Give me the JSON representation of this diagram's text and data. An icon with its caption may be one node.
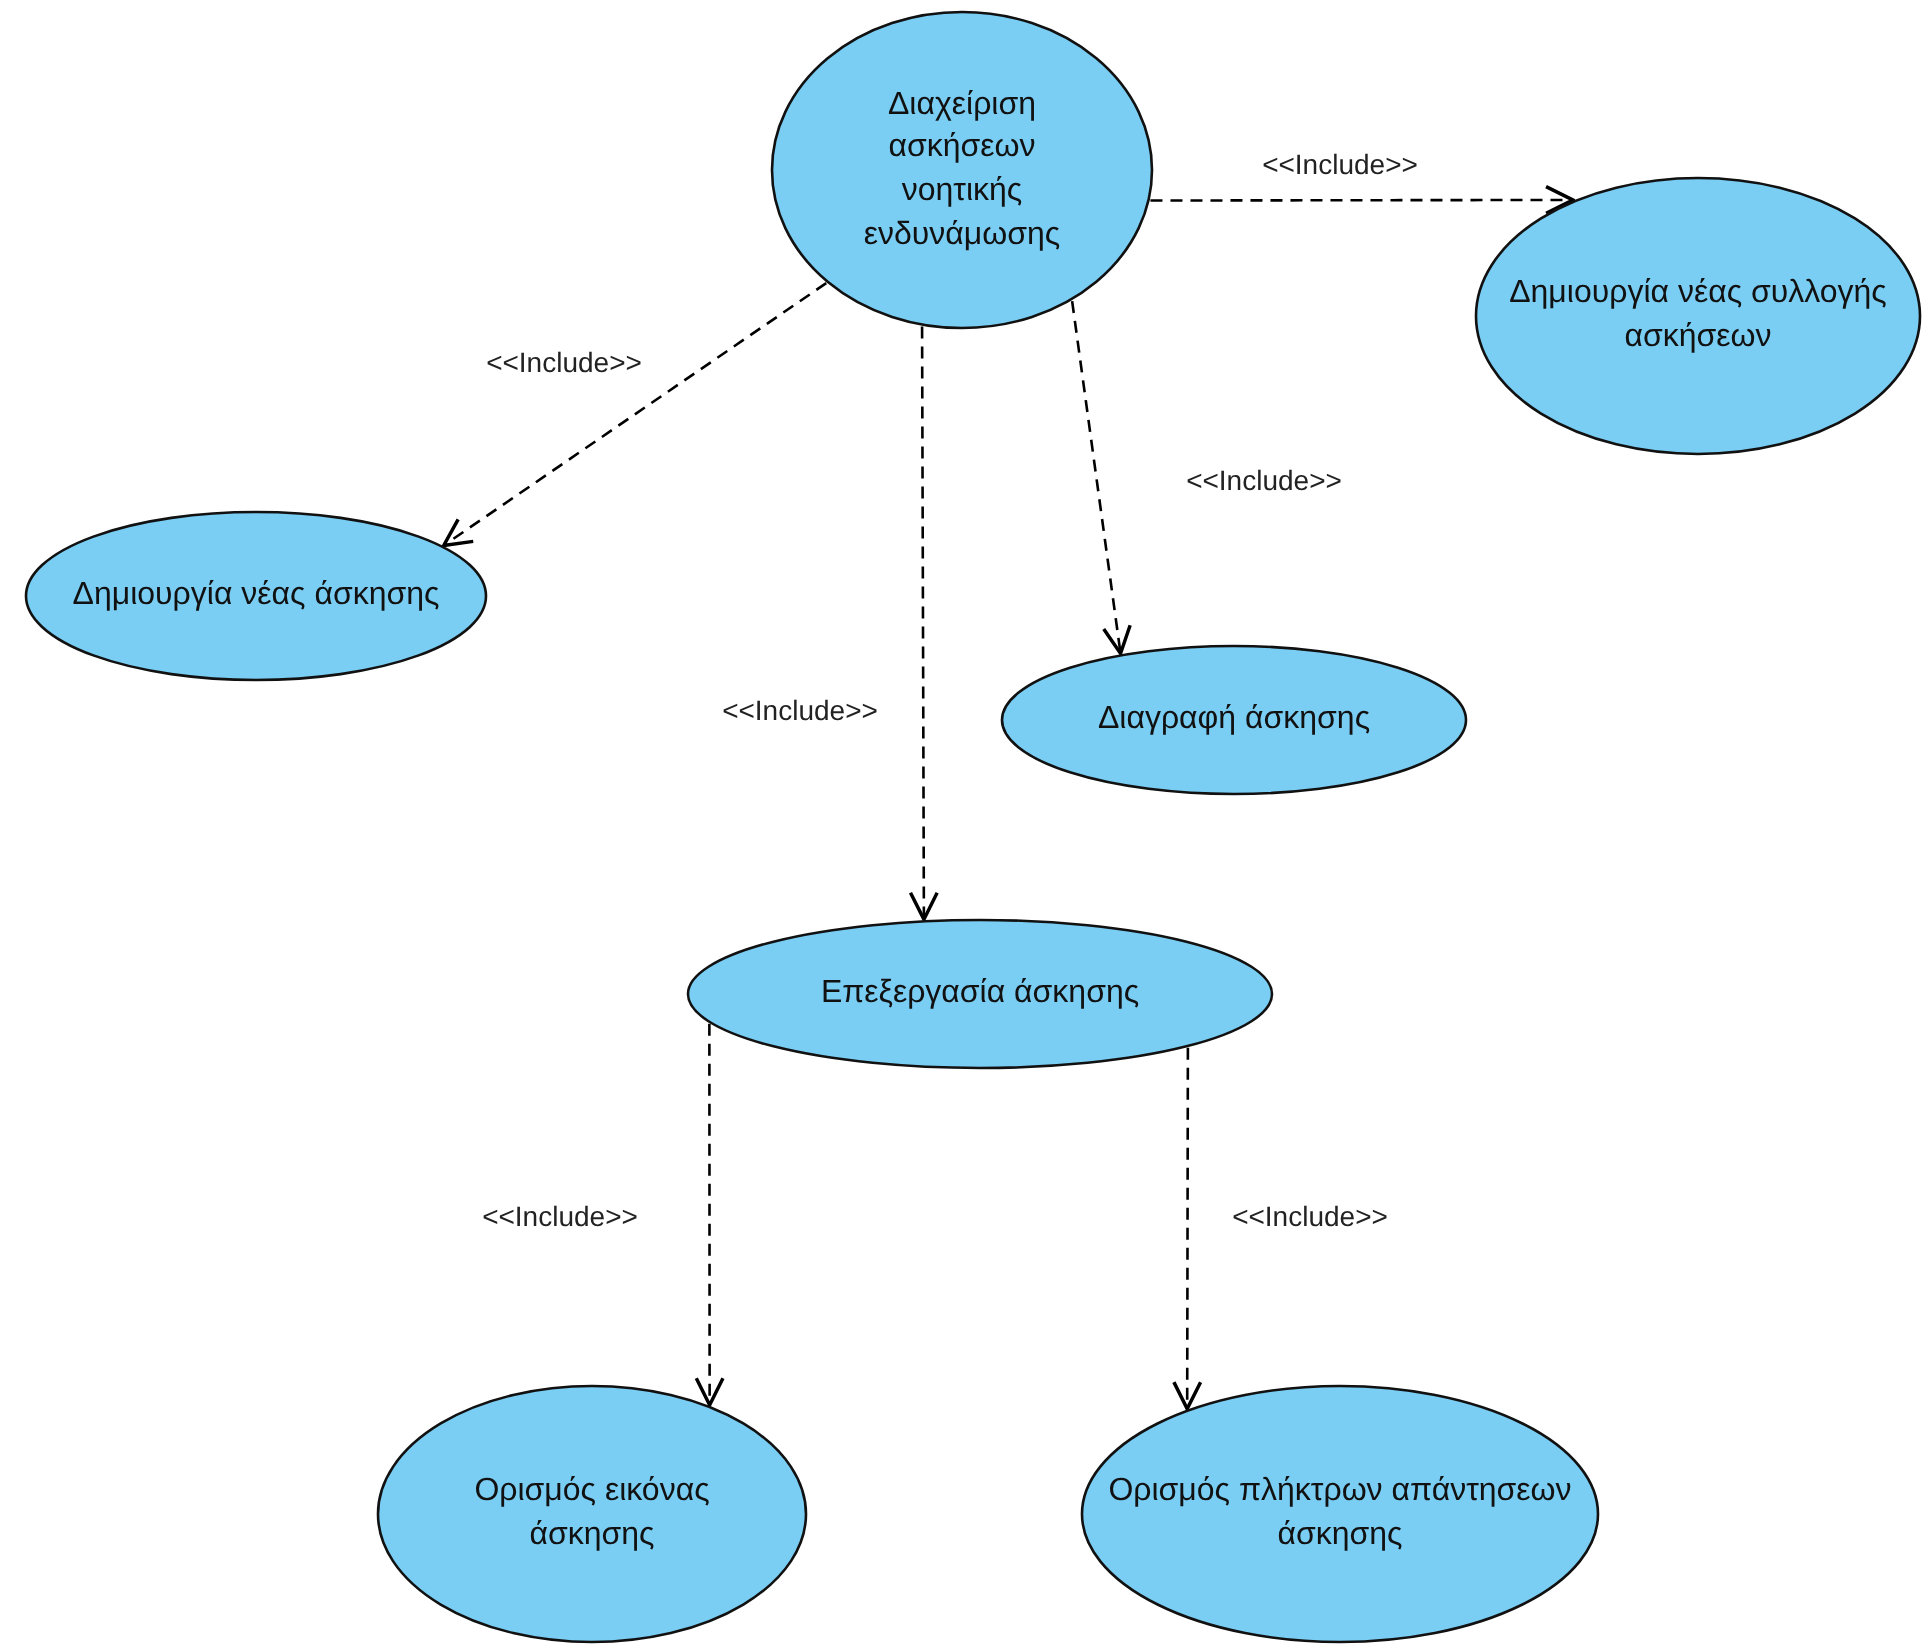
{
  "diagram": {
    "nodes": [
      {
        "text": [
          "Διαχείριση ασκήσεων νοητικής ενδυνάμωσης"
        ]
      },
      {
        "text": [
          "Δημιουργία νέας συλλογής ασκήσεων"
        ]
      },
      {
        "text": [
          "Δημιουργία νέας άσκησης"
        ]
      },
      {
        "text": [
          "Διαγραφή άσκησης"
        ]
      },
      {
        "text": [
          "Επεξεργασία άσκησης"
        ]
      },
      {
        "text": [
          "Ορισμός εικόνας άσκησης"
        ]
      },
      {
        "text": [
          "Ορισμός πλήκτρων απάντησεων άσκησης"
        ]
      }
    ],
    "edges": [
      {
        "from": 0,
        "to": 1,
        "arrow": "to",
        "label": "<<Include>>",
        "style": "dashed"
      },
      {
        "from": 0,
        "to": 2,
        "arrow": "to",
        "label": "<<Include>>",
        "style": "dashed"
      },
      {
        "from": 0,
        "to": 3,
        "arrow": "to",
        "label": "<<Include>>",
        "style": "dashed"
      },
      {
        "from": 0,
        "to": 4,
        "arrow": "to",
        "label": "<<Include>>",
        "style": "dashed"
      },
      {
        "from": 4,
        "to": 5,
        "arrow": "to",
        "label": "<<Include>>",
        "style": "dashed"
      },
      {
        "from": 4,
        "to": 6,
        "arrow": "to",
        "label": "<<Include>>",
        "style": "dashed"
      }
    ]
  }
}
